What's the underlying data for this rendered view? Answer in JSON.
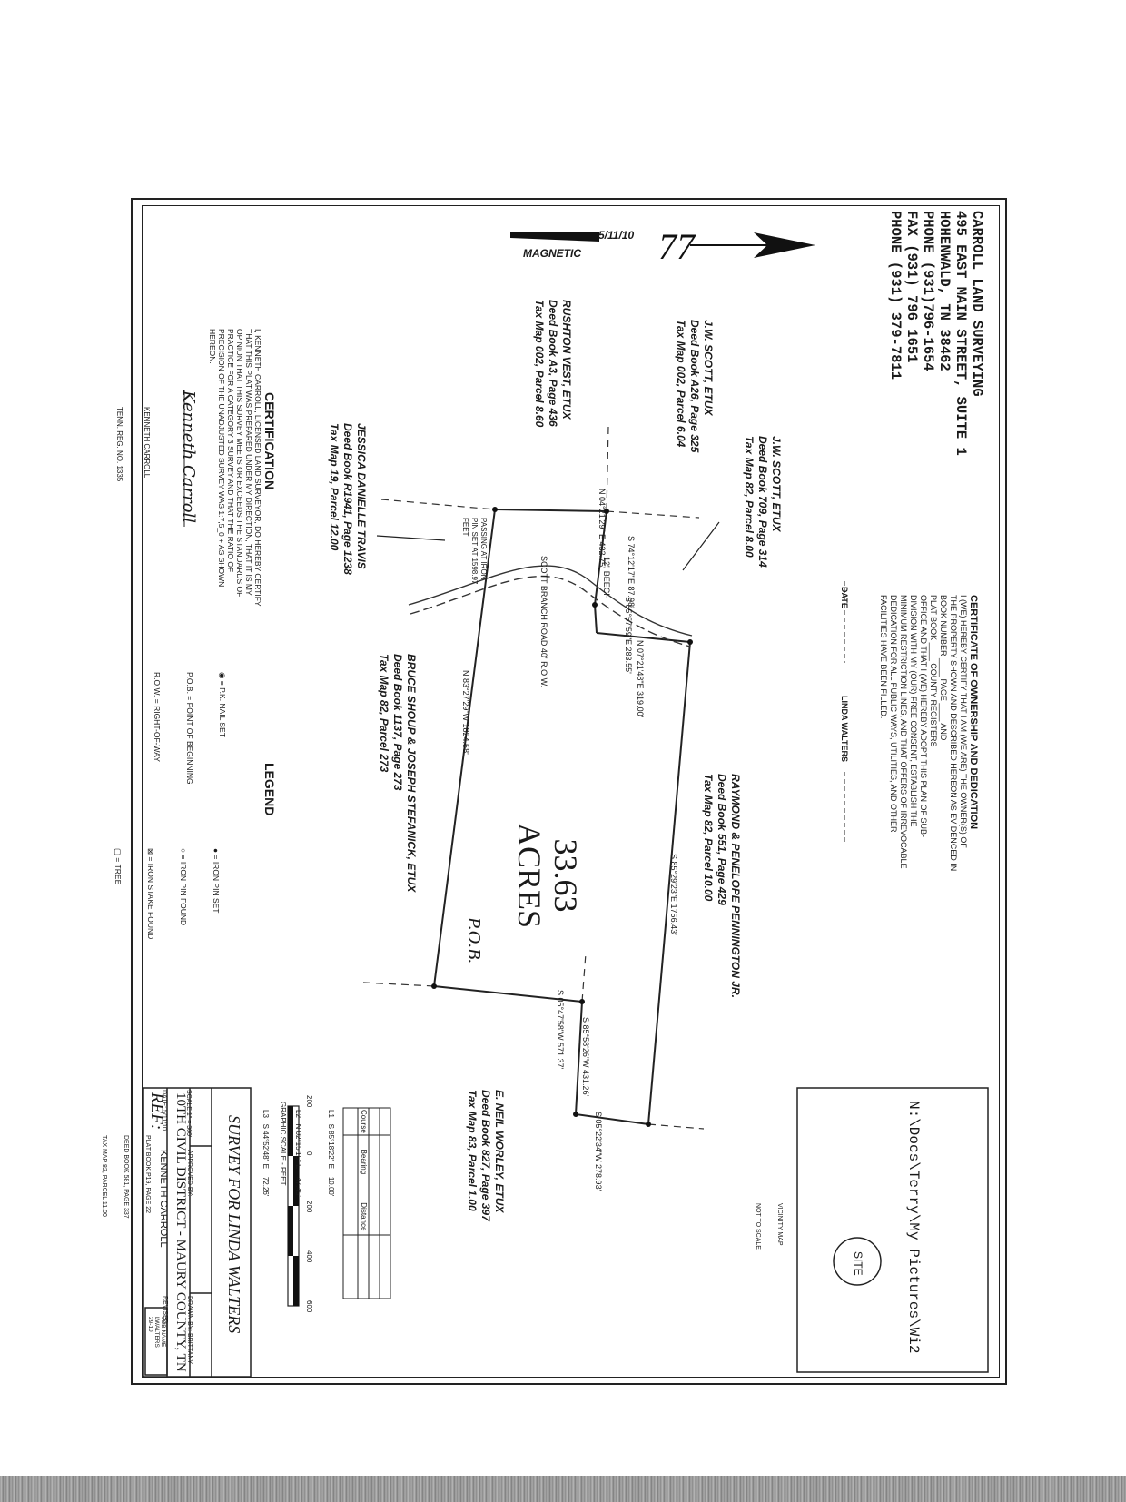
{
  "surveyor": {
    "lines": [
      "CARROLL LAND SURVEYING",
      "495 EAST MAIN STREET, SUITE 1",
      "HOHENWALD, TN 38462",
      "PHONE (931)796-1654",
      "FAX (931) 796 1651",
      "PHONE (931) 379-7811"
    ]
  },
  "north_arrow": {
    "date": "5/11/10",
    "label": "MAGNETIC"
  },
  "owner_cert": {
    "title": "CERTIFICATE OF OWNERSHIP AND DEDICATION",
    "body": "I (WE) HEREBY CERTIFY THAT I AM (WE ARE) THE OWNER(S) OF\nTHE PROPERTY SHOWN AND DESCRIBED HEREON AS EVIDENCED IN\nBOOK NUMBER ____ PAGE ____ AND\nPLAT BOOK ____ COUNTY REGISTERS\nOFFICE AND THAT I (WE) HEREBY ADOPT THIS PLAN OF SUB-\nDIVISION WITH MY (OUR) FREE CONSENT, ESTABLISH THE\nMINIMUM RESTRICTION LINES, AND THAT OFFERS OF IRREVOCABLE\nDEDICATION FOR ALL PUBLIC WAYS, UTILITIES, AND OTHER\nFACILITIES HAVE BEEN FILLED.",
    "date_label": "DATE",
    "owner_name": "LINDA WALTERS"
  },
  "adjoiners": [
    {
      "name": "J.W. SCOTT, ETUX",
      "deed": "Deed Book 709, Page 314",
      "map": "Tax Map 82, Parcel 8.00"
    },
    {
      "name": "J.W. SCOTT, ETUX",
      "deed": "Deed Book A26, Page 325",
      "map": "Tax Map 002, Parcel 6.04"
    },
    {
      "name": "RUSHTON VEST, ETUX",
      "deed": "Deed Book A3, Page 436",
      "map": "Tax Map 002, Parcel 8.60"
    },
    {
      "name": "JESSICA DANIELLE TRAVIS",
      "deed": "Deed Book R1941, Page 1238",
      "map": "Tax Map 19, Parcel 12.00"
    },
    {
      "name": "RAYMOND & PENELOPE PENNINGTON JR.",
      "deed": "Deed Book 551, Page 429",
      "map": "Tax Map 82, Parcel 10.00"
    },
    {
      "name": "BRUCE SHOUP & JOSEPH STEFANICK, ETUX",
      "deed": "Deed Book 1137, Page 273",
      "map": "Tax Map 82, Parcel 273"
    },
    {
      "name": "E. NEIL WORLEY, ETUX",
      "deed": "Deed Book 827, Page 397",
      "map": "Tax Map 83, Parcel 1.00"
    }
  ],
  "parcel": {
    "area_number": "33.63",
    "area_unit": "ACRES",
    "pob": "P.O.B."
  },
  "calls": [
    "N 04°21'29\" E 432.75'",
    "S 74°12'17\"E 87.98'",
    "S 85°57'59\"E 283.55'",
    "N 07°21'48\"E 319.00'",
    "S 85°29'23\"E 1756.43'",
    "S 05°47'58\"W 571.37'",
    "S 85°58'26\"W 431.26'",
    "S 05°22'34\"W 278.93'",
    "N 83°27'29\"W 1824.58'"
  ],
  "road": "SCOTT BRANCH ROAD 40' R.O.W.",
  "tree_note": "12\" BEECH",
  "pin_note": "PASSING AT IRON PIN SET AT 1598.97 FEET",
  "certification": {
    "title": "CERTIFICATION",
    "body": "I, KENNETH CARROLL, LICENSED LAND SURVEYOR, DO HEREBY CERTIFY\nTHAT THIS PLAT WAS PREPARED UNDER MY DIRECTION, THAT IT IS MY\nOPINION THAT THIS SURVEY MEETS OR EXCEEDS THE STANDARDS OF\nPRACTICE FOR A CATEGORY 3 SURVEY AND THAT THE RATIO OF\nPRECISION OF THE UNADJUSTED SURVEY WAS 1:7,5_0 + AS SHOWN\nHEREON.",
    "signature": "Kenneth Carroll",
    "name": "KENNETH CARROLL",
    "reg": "TENN. REG. NO. 1335"
  },
  "legend": {
    "title": "LEGEND",
    "items": [
      "● = IRON PIN SET",
      "○ = IRON PIN FOUND",
      "⊠ = IRON STAKE FOUND",
      "▢ = TREE",
      "◉ = P.K. NAIL SET",
      "P.O.B. = POINT OF BEGINNING",
      "R.O.W. = RIGHT-OF-WAY"
    ]
  },
  "line_table": {
    "headers": [
      "Course",
      "Bearing",
      "Distance"
    ],
    "rows": [
      [
        "L1",
        "S 85°18'22\" E",
        "10.00'"
      ],
      [
        "L2",
        "N 02°15'15\" E",
        "47.45'"
      ],
      [
        "L3",
        "S 44°52'48\" E",
        "72.26'"
      ]
    ]
  },
  "scale_bar": {
    "ticks": [
      "200",
      "0",
      "200",
      "400",
      "600"
    ],
    "label": "GRAPHIC SCALE - FEET"
  },
  "vicinity": {
    "title": "VICINITY MAP",
    "subtitle": "NOT TO SCALE",
    "site": "SITE",
    "path": "N:\\Docs\\Terry\\My Pictures\\Wi2"
  },
  "title_block": {
    "title": "SURVEY FOR LINDA WALTERS",
    "scale": "SCALE 1\" = 300'",
    "date": "DATE: 5/11/10",
    "approved_label": "APPROVED BY:",
    "approved_by": "KENNETH CARROLL",
    "drawn": "DRAWN BY: BRITTANY",
    "revised": "REVISED",
    "district": "10TH CIVIL DISTRICT - MAURY COUNTY, TN",
    "ref_label": "REF:",
    "ref_lines": [
      "PLAT BOOK P19, PAGE 22",
      "DEED BOOK 581, PAGE 337",
      "TAX MAP 82, PARCEL 11.00"
    ],
    "job": "JOB NAME\nLWALTERS\n29-10"
  }
}
